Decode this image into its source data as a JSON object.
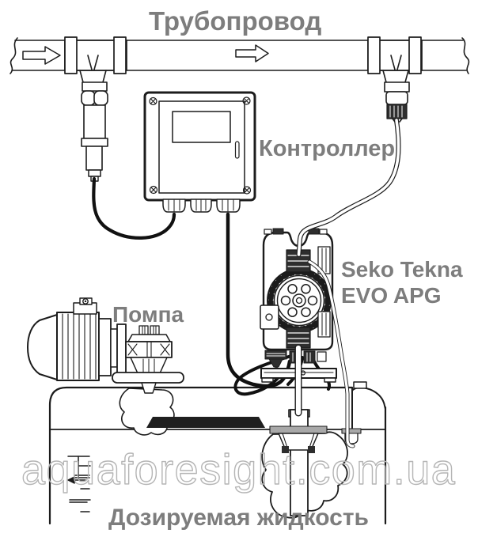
{
  "labels": {
    "pipeline": "Трубопровод",
    "controller": "Контроллер",
    "dosing_pump_line1": "Seko Tekna",
    "dosing_pump_line2": "EVO APG",
    "pump": "Помпа",
    "dosed_liquid": "Дозируемая жидкость"
  },
  "watermark": "aquaforesight.com.ua",
  "colors": {
    "label_gray": "#7d7d7d",
    "line_black": "#1c1c1c",
    "watermark_gray": "#b5b5b5",
    "dark_fill": "#2e2e2e",
    "fitting_gray": "#a8a8a8"
  }
}
